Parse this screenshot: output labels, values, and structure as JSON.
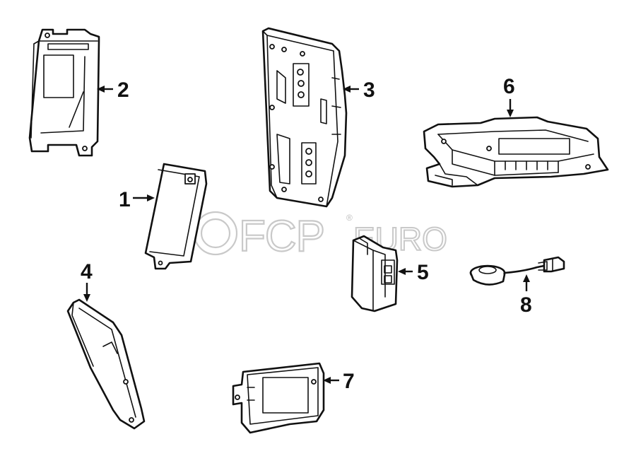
{
  "watermark": {
    "brand_main": "FCP",
    "brand_suffix": "EURO",
    "registered_mark": "®"
  },
  "callouts": [
    {
      "id": "1",
      "label": "1"
    },
    {
      "id": "2",
      "label": "2"
    },
    {
      "id": "3",
      "label": "3"
    },
    {
      "id": "4",
      "label": "4"
    },
    {
      "id": "5",
      "label": "5"
    },
    {
      "id": "6",
      "label": "6"
    },
    {
      "id": "7",
      "label": "7"
    },
    {
      "id": "8",
      "label": "8"
    }
  ]
}
